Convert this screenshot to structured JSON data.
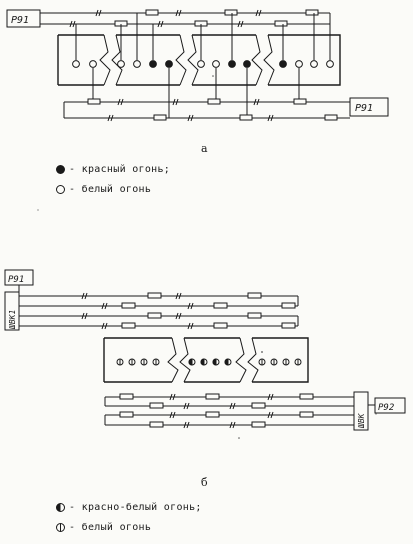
{
  "diagram_a": {
    "caption": "а",
    "panel_left_label": "Р91",
    "panel_right_label": "Р91",
    "legend": [
      {
        "symbol": "filled-circle",
        "text": "- красный огонь;"
      },
      {
        "symbol": "open-circle",
        "text": "- белый огонь"
      }
    ]
  },
  "diagram_b": {
    "caption": "б",
    "panel_left_label": "Р91",
    "panel_right_label": "Р92",
    "switch_left_label": "ШВК1",
    "switch_right_label": "ШВК",
    "legend": [
      {
        "symbol": "half-circle",
        "text": "- красно-белый огонь;"
      },
      {
        "symbol": "bar-circle",
        "text": "- белый огонь"
      }
    ]
  }
}
